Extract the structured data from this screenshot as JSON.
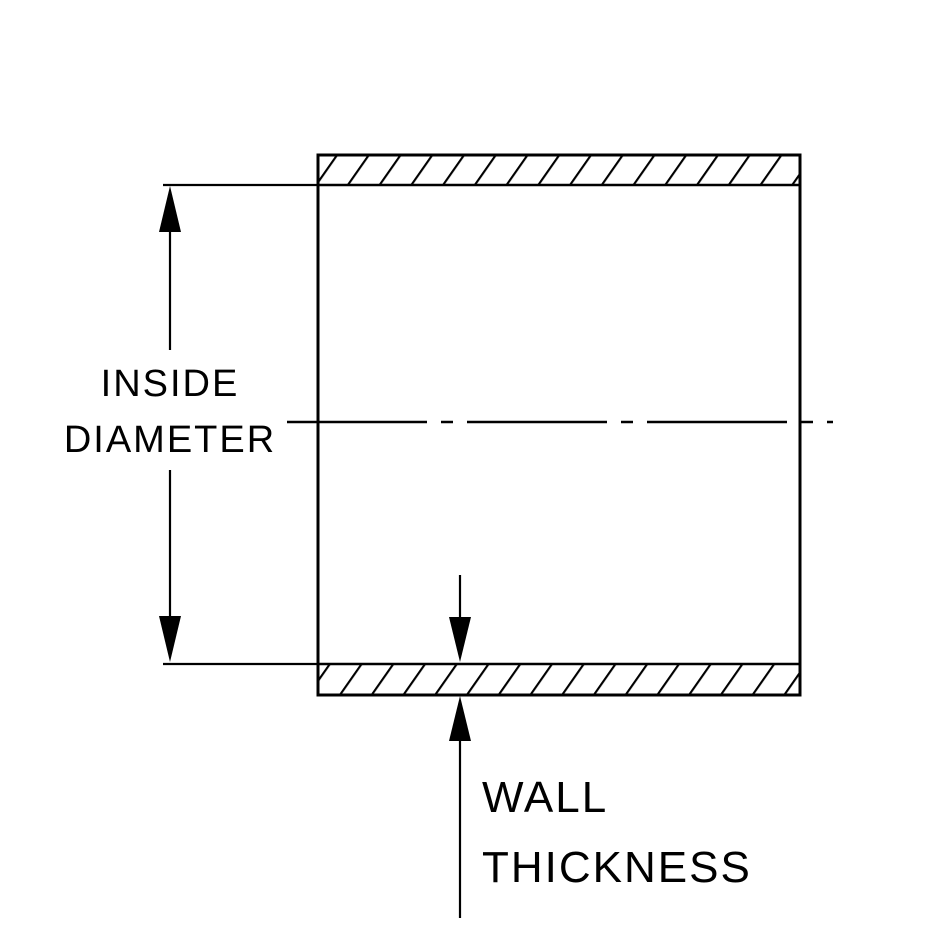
{
  "diagram": {
    "colors": {
      "line": "#000000",
      "background": "#ffffff"
    },
    "labels": {
      "inside_diameter": {
        "line1": "INSIDE",
        "line2": "DIAMETER"
      },
      "wall_thickness": {
        "line1": "WALL",
        "line2": "THICKNESS"
      }
    }
  }
}
